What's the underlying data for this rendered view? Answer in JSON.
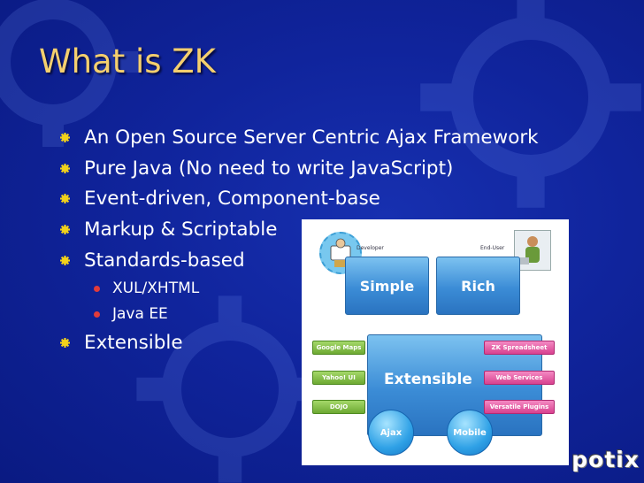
{
  "slide": {
    "title": "What is ZK",
    "bullets": [
      "An Open Source Server Centric Ajax Framework",
      "Pure Java (No need to write JavaScript)",
      "Event-driven, Component-base",
      "Markup & Scriptable",
      "Standards-based"
    ],
    "sub_bullets": [
      "XUL/XHTML",
      "Java EE"
    ],
    "last_bullet": "Extensible"
  },
  "diagram": {
    "developer_label": "Developer",
    "enduser_label": "End-User",
    "simple_label": "Simple",
    "rich_label": "Rich",
    "extensible_label": "Extensible",
    "left_tags": [
      "Google Maps",
      "Yahoo! UI",
      "DOJO"
    ],
    "right_tags": [
      "ZK Spreadsheet",
      "Web Services",
      "Versatile Plugins"
    ],
    "orbs": [
      "Ajax",
      "Mobile"
    ]
  },
  "brand": "potix",
  "colors": {
    "background": "#10249c",
    "title": "#f4cf6e",
    "bullet_marker": "#f2d21a",
    "sub_bullet_marker": "#e23b3b",
    "diagram_blue": "#3b8cd6",
    "tag_green": "#6da932",
    "tag_pink": "#d8418f"
  },
  "icons": {
    "bullet": "gear-bullet-icon",
    "sub_bullet": "dot-bullet-icon",
    "background": "gear-watermark-icon"
  }
}
